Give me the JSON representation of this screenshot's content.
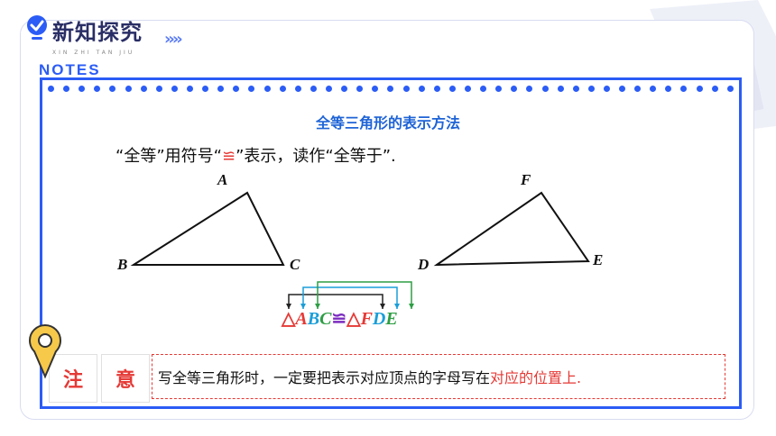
{
  "header": {
    "title": "新知探究",
    "chevrons": "››››",
    "pinyin": "XIN  ZHI  TAN  JIU",
    "notes_label": "NOTES"
  },
  "section_title": "全等三角形的表示方法",
  "statement": {
    "part1": "“全等”用符号“",
    "symbol": "≌",
    "part2": "”表示，读作“全等于”."
  },
  "triangle_left": {
    "A": "A",
    "B": "B",
    "C": "C"
  },
  "triangle_right": {
    "D": "D",
    "E": "E",
    "F": "F"
  },
  "expression": {
    "tri1": "△",
    "a": "A",
    "b": "B",
    "c": "C",
    "congruent": "≌",
    "tri2": "△",
    "f": "F",
    "d": "D",
    "e": "E"
  },
  "note": {
    "label1": "注",
    "label2": "意",
    "text_plain": "写全等三角形时，一定要把表示对应顶点的字母写在",
    "text_red": "对应的位置上."
  },
  "colors": {
    "accent_blue": "#2b5cf6",
    "title_blue": "#1e63d6",
    "red": "#e53935",
    "green": "#2e9e44",
    "cyan": "#1a9ed8",
    "purple": "#7b2cbf"
  }
}
